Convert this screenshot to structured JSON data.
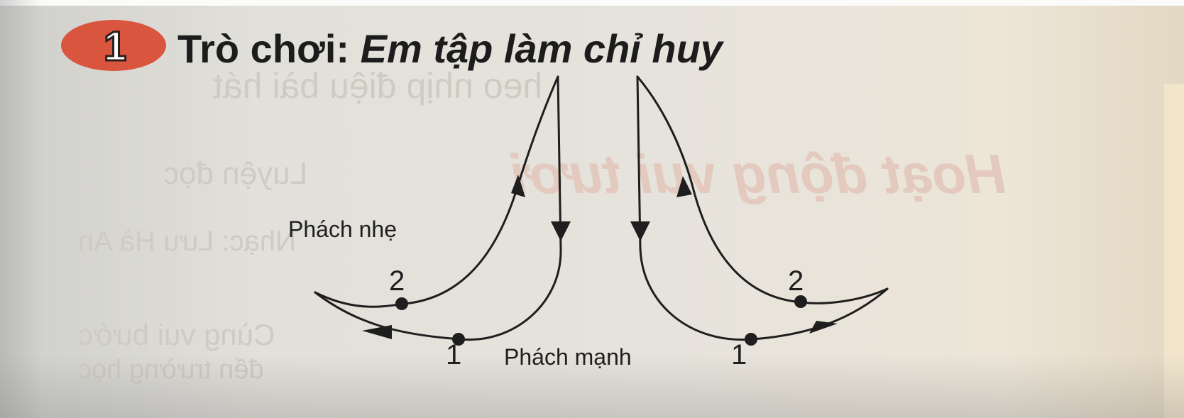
{
  "exercise": {
    "number": "1",
    "title_prefix": "Trò chơi:",
    "title_game": "Em tập làm chỉ huy"
  },
  "diagram": {
    "labels": {
      "weak_beat": "Phách nhẹ",
      "strong_beat": "Phách mạnh"
    },
    "beat_numbers": {
      "left_beat_2": "2",
      "left_beat_1": "1",
      "right_beat_1": "1",
      "right_beat_2": "2"
    }
  },
  "colors": {
    "badge": "#d9553d",
    "ink": "#1e1e1e"
  }
}
